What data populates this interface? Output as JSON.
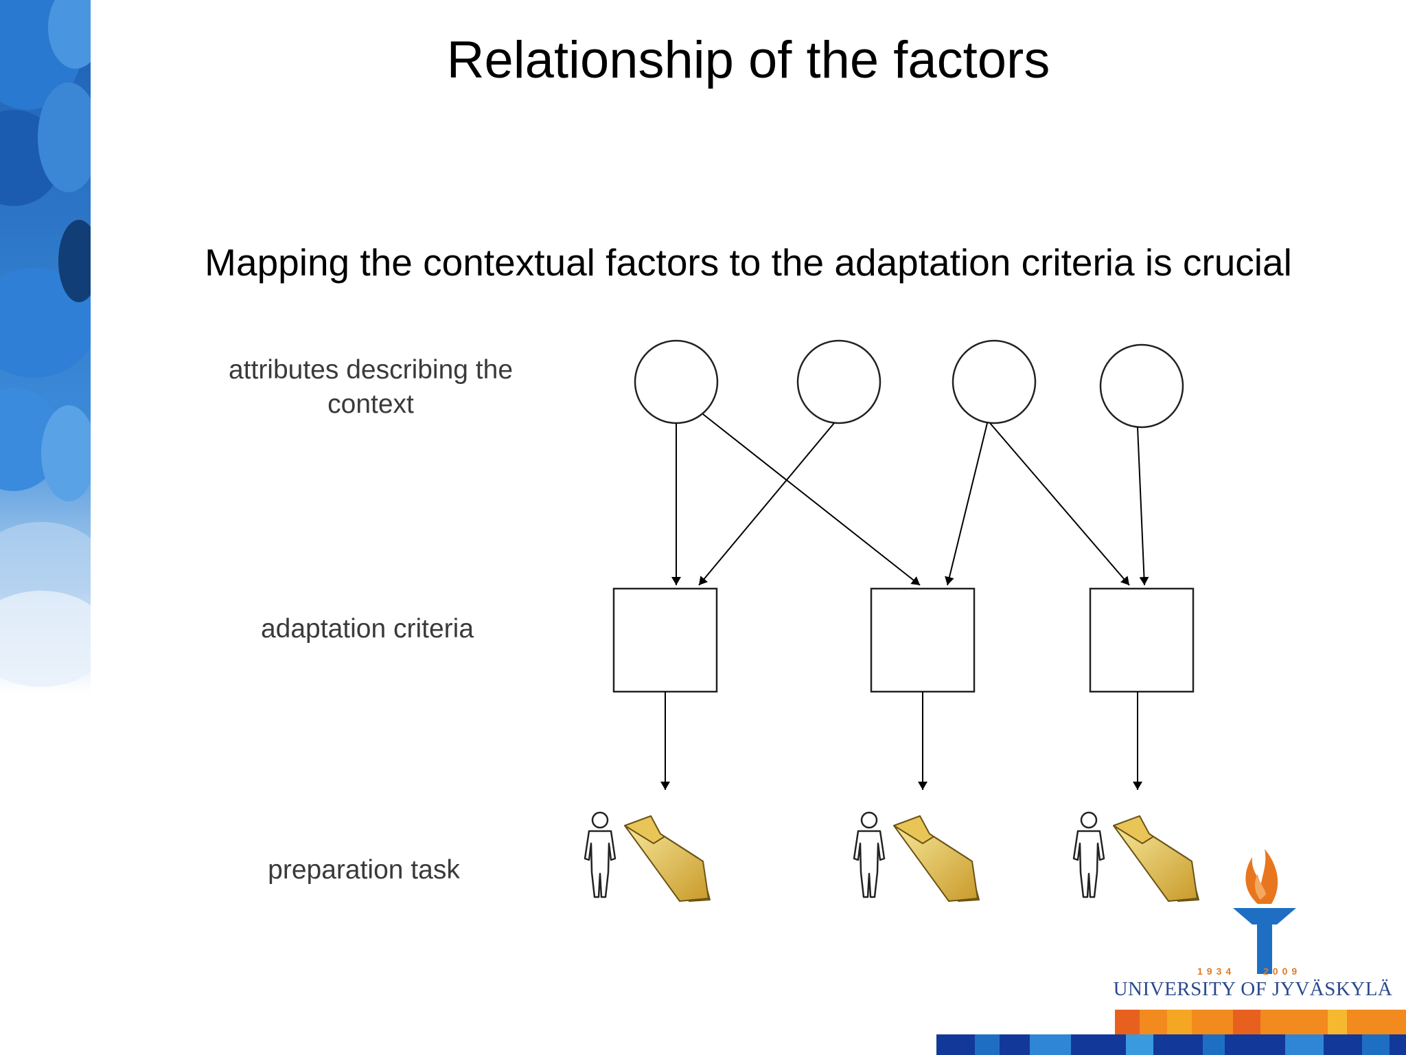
{
  "slide": {
    "title": "Relationship of the factors",
    "subtitle": "Mapping the contextual factors to the adaptation criteria is crucial"
  },
  "diagram": {
    "row_labels": {
      "attributes": "attributes describing the context",
      "criteria": "adaptation criteria",
      "task": "preparation task"
    },
    "nodes": {
      "attributes": [
        "circle",
        "circle",
        "circle",
        "circle"
      ],
      "criteria": [
        "square",
        "square",
        "square"
      ],
      "tasks": [
        "person-folder",
        "person-folder",
        "person-folder"
      ]
    },
    "edges": [
      {
        "from": "attribute-1",
        "to": "criterion-1"
      },
      {
        "from": "attribute-1",
        "to": "criterion-2"
      },
      {
        "from": "attribute-2",
        "to": "criterion-1"
      },
      {
        "from": "attribute-3",
        "to": "criterion-2"
      },
      {
        "from": "attribute-3",
        "to": "criterion-3"
      },
      {
        "from": "attribute-4",
        "to": "criterion-3"
      },
      {
        "from": "criterion-1",
        "to": "task-1"
      },
      {
        "from": "criterion-2",
        "to": "task-2"
      },
      {
        "from": "criterion-3",
        "to": "task-3"
      }
    ]
  },
  "logo": {
    "name": "UNIVERSITY OF JYVÄSKYLÄ",
    "year_start": "1934",
    "year_end": "2009",
    "icon": "torch-icon",
    "colors": {
      "flame": "#e8761e",
      "blue": "#1e6fc4",
      "orange": "#f28a1e",
      "navy": "#12389a"
    }
  }
}
